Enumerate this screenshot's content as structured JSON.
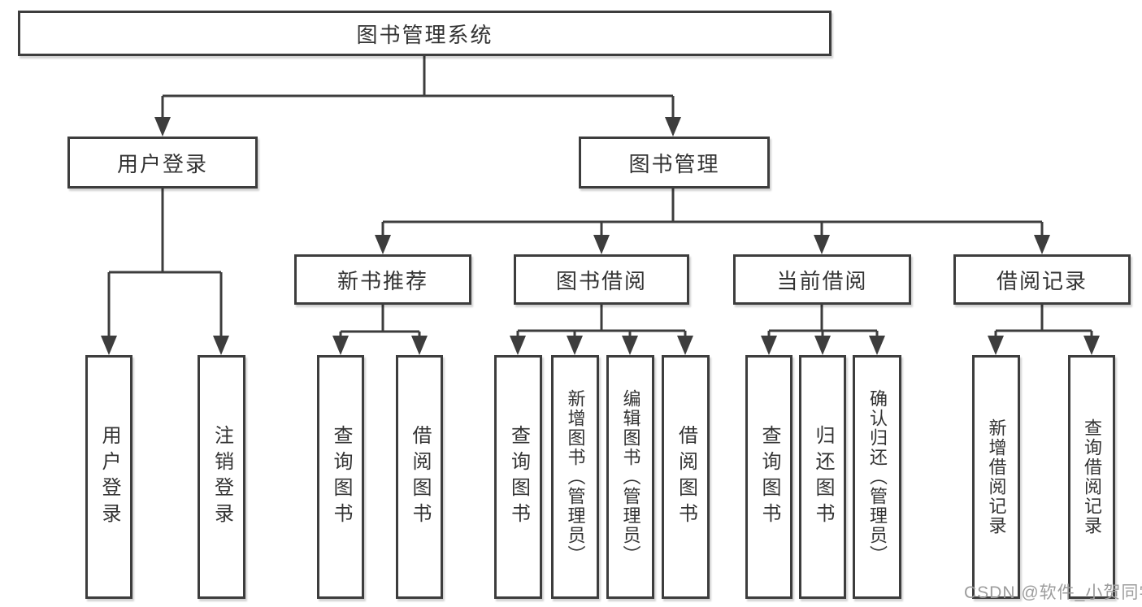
{
  "diagram_title": "图书管理系统",
  "nodes": {
    "root": {
      "label": "图书管理系统"
    },
    "user_login": {
      "label": "用户登录"
    },
    "book_mgmt": {
      "label": "图书管理"
    },
    "new_books": {
      "label": "新书推荐"
    },
    "book_borrow": {
      "label": "图书借阅"
    },
    "current_borrow": {
      "label": "当前借阅"
    },
    "borrow_records": {
      "label": "借阅记录"
    },
    "leaf_user_login": {
      "label": "用户登录"
    },
    "leaf_logout": {
      "label": "注销登录"
    },
    "leaf_nb_query": {
      "label": "查询图书"
    },
    "leaf_nb_borrow": {
      "label": "借阅图书"
    },
    "leaf_bb_query": {
      "label": "查询图书"
    },
    "leaf_bb_add": {
      "label": "新增图书（管理员）"
    },
    "leaf_bb_edit": {
      "label": "编辑图书（管理员）"
    },
    "leaf_bb_borrow": {
      "label": "借阅图书"
    },
    "leaf_cb_query": {
      "label": "查询图书"
    },
    "leaf_cb_return": {
      "label": "归还图书"
    },
    "leaf_cb_confirm": {
      "label": "确认归还（管理员）"
    },
    "leaf_br_add": {
      "label": "新增借阅记录"
    },
    "leaf_br_query": {
      "label": "查询借阅记录"
    }
  },
  "edges": [
    {
      "from": "图书管理系统",
      "to": "用户登录"
    },
    {
      "from": "图书管理系统",
      "to": "图书管理"
    },
    {
      "from": "用户登录",
      "to": "用户登录"
    },
    {
      "from": "用户登录",
      "to": "注销登录"
    },
    {
      "from": "图书管理",
      "to": "新书推荐"
    },
    {
      "from": "图书管理",
      "to": "图书借阅"
    },
    {
      "from": "图书管理",
      "to": "当前借阅"
    },
    {
      "from": "图书管理",
      "to": "借阅记录"
    },
    {
      "from": "新书推荐",
      "to": "查询图书"
    },
    {
      "from": "新书推荐",
      "to": "借阅图书"
    },
    {
      "from": "图书借阅",
      "to": "查询图书"
    },
    {
      "from": "图书借阅",
      "to": "新增图书（管理员）"
    },
    {
      "from": "图书借阅",
      "to": "编辑图书（管理员）"
    },
    {
      "from": "图书借阅",
      "to": "借阅图书"
    },
    {
      "from": "当前借阅",
      "to": "查询图书"
    },
    {
      "from": "当前借阅",
      "to": "归还图书"
    },
    {
      "from": "当前借阅",
      "to": "确认归还（管理员）"
    },
    {
      "from": "借阅记录",
      "to": "新增借阅记录"
    },
    {
      "from": "借阅记录",
      "to": "查询借阅记录"
    }
  ],
  "watermark": {
    "text": "CSDN @软件_小贺同学",
    "color": "#9c9c9c"
  },
  "colors": {
    "line": "#3d3d3d",
    "text": "#333333",
    "background": "#ffffff"
  }
}
